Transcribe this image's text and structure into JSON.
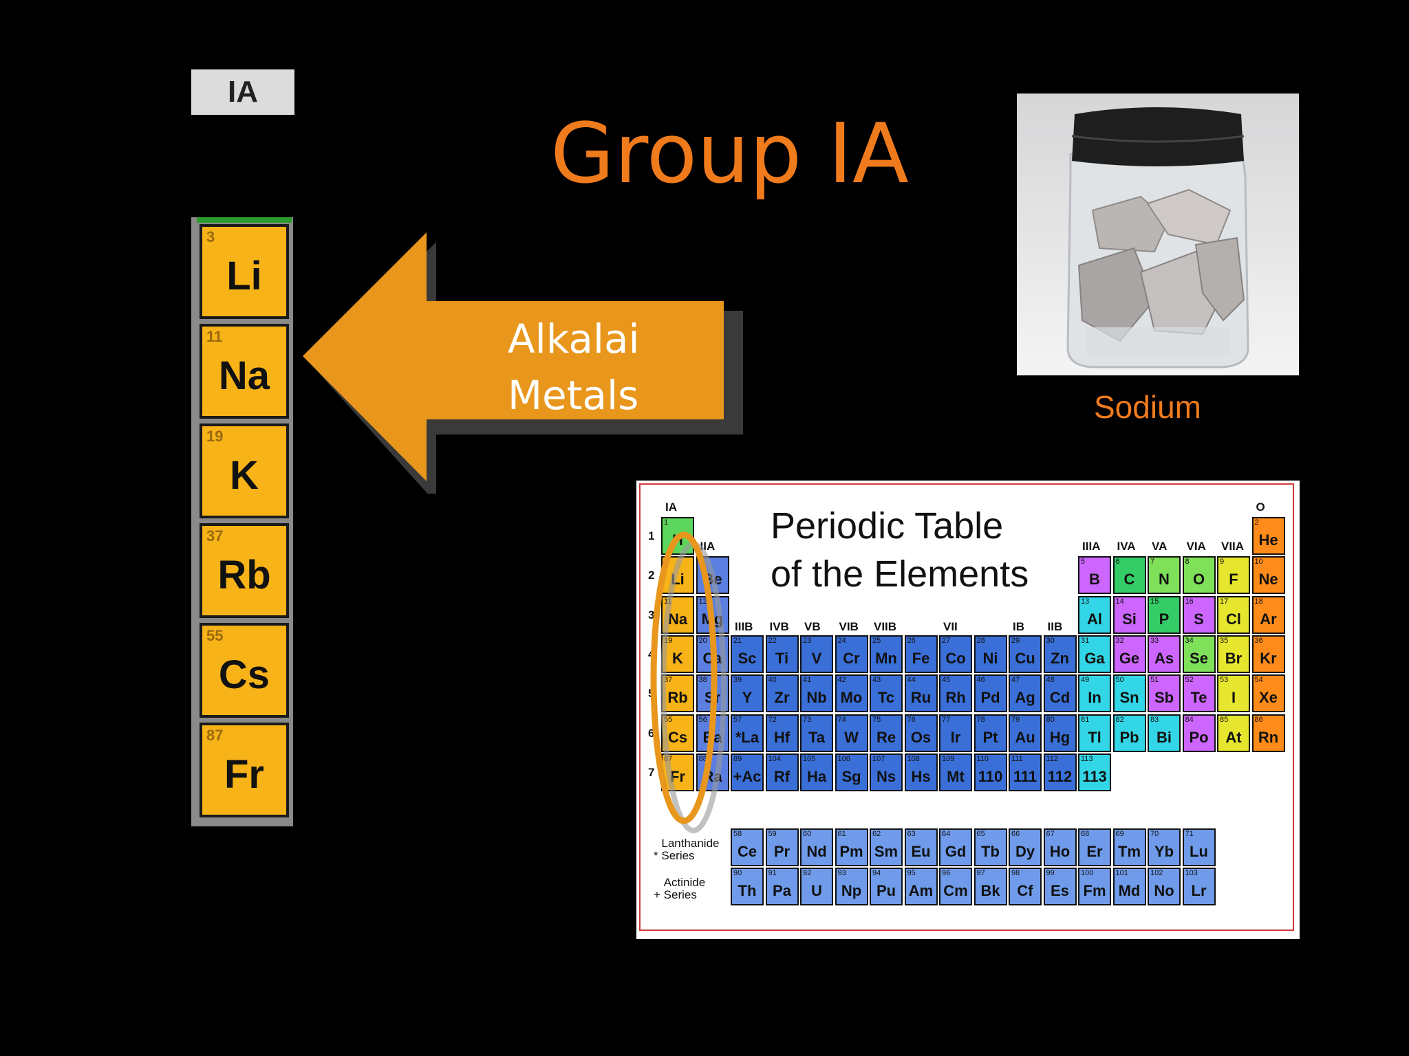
{
  "slide": {
    "title": "Group IA",
    "arrow_label_line1": "Alkalai",
    "arrow_label_line2": "Metals",
    "photo_caption": "Sodium",
    "accent_color": "#f07b1c",
    "arrow_color": "#e8961c"
  },
  "group_strip": {
    "header": "IA",
    "elements": [
      {
        "number": "3",
        "symbol": "Li"
      },
      {
        "number": "11",
        "symbol": "Na"
      },
      {
        "number": "19",
        "symbol": "K"
      },
      {
        "number": "37",
        "symbol": "Rb"
      },
      {
        "number": "55",
        "symbol": "Cs"
      },
      {
        "number": "87",
        "symbol": "Fr"
      }
    ]
  },
  "periodic_table": {
    "title_line1": "Periodic Table",
    "title_line2": "of the Elements",
    "group_labels": [
      "IA",
      "IIA",
      "IIIB",
      "IVB",
      "VB",
      "VIB",
      "VIIB",
      "VII",
      "IB",
      "IIB",
      "IIIA",
      "IVA",
      "VA",
      "VIA",
      "VIIA",
      "O"
    ],
    "period_labels": [
      "1",
      "2",
      "3",
      "4",
      "5",
      "6",
      "7"
    ],
    "lanthanide_label": "Lanthanide Series",
    "actinide_label": "Actinide Series",
    "lanthanide_marker": "*",
    "actinide_marker": "+",
    "colors": {
      "alkali": "#f7b317",
      "alkaline": "#5b7fe0",
      "transition": "#3a6fd8",
      "hydrogen": "#5cd65c",
      "boron": "#cc66ff",
      "carbon": "#33cc66",
      "nonmetal_green": "#7fe05a",
      "halogen": "#e6e62e",
      "noble": "#ff8c1a",
      "post_cyan": "#33d6e6",
      "rare": "#6f9bea"
    },
    "elements": [
      {
        "n": "1",
        "s": "H",
        "p": 1,
        "g": 1,
        "c": "hydrogen"
      },
      {
        "n": "2",
        "s": "He",
        "p": 1,
        "g": 18,
        "c": "noble"
      },
      {
        "n": "3",
        "s": "Li",
        "p": 2,
        "g": 1,
        "c": "alkali"
      },
      {
        "n": "4",
        "s": "Be",
        "p": 2,
        "g": 2,
        "c": "alkaline"
      },
      {
        "n": "5",
        "s": "B",
        "p": 2,
        "g": 13,
        "c": "boron"
      },
      {
        "n": "6",
        "s": "C",
        "p": 2,
        "g": 14,
        "c": "carbon"
      },
      {
        "n": "7",
        "s": "N",
        "p": 2,
        "g": 15,
        "c": "nonmetal_green"
      },
      {
        "n": "8",
        "s": "O",
        "p": 2,
        "g": 16,
        "c": "nonmetal_green"
      },
      {
        "n": "9",
        "s": "F",
        "p": 2,
        "g": 17,
        "c": "halogen"
      },
      {
        "n": "10",
        "s": "Ne",
        "p": 2,
        "g": 18,
        "c": "noble"
      },
      {
        "n": "11",
        "s": "Na",
        "p": 3,
        "g": 1,
        "c": "alkali"
      },
      {
        "n": "12",
        "s": "Mg",
        "p": 3,
        "g": 2,
        "c": "alkaline"
      },
      {
        "n": "13",
        "s": "Al",
        "p": 3,
        "g": 13,
        "c": "post_cyan"
      },
      {
        "n": "14",
        "s": "Si",
        "p": 3,
        "g": 14,
        "c": "boron"
      },
      {
        "n": "15",
        "s": "P",
        "p": 3,
        "g": 15,
        "c": "carbon"
      },
      {
        "n": "16",
        "s": "S",
        "p": 3,
        "g": 16,
        "c": "boron"
      },
      {
        "n": "17",
        "s": "Cl",
        "p": 3,
        "g": 17,
        "c": "halogen"
      },
      {
        "n": "18",
        "s": "Ar",
        "p": 3,
        "g": 18,
        "c": "noble"
      },
      {
        "n": "19",
        "s": "K",
        "p": 4,
        "g": 1,
        "c": "alkali"
      },
      {
        "n": "20",
        "s": "Ca",
        "p": 4,
        "g": 2,
        "c": "alkaline"
      },
      {
        "n": "21",
        "s": "Sc",
        "p": 4,
        "g": 3,
        "c": "transition"
      },
      {
        "n": "22",
        "s": "Ti",
        "p": 4,
        "g": 4,
        "c": "transition"
      },
      {
        "n": "23",
        "s": "V",
        "p": 4,
        "g": 5,
        "c": "transition"
      },
      {
        "n": "24",
        "s": "Cr",
        "p": 4,
        "g": 6,
        "c": "transition"
      },
      {
        "n": "25",
        "s": "Mn",
        "p": 4,
        "g": 7,
        "c": "transition"
      },
      {
        "n": "26",
        "s": "Fe",
        "p": 4,
        "g": 8,
        "c": "transition"
      },
      {
        "n": "27",
        "s": "Co",
        "p": 4,
        "g": 9,
        "c": "transition"
      },
      {
        "n": "28",
        "s": "Ni",
        "p": 4,
        "g": 10,
        "c": "transition"
      },
      {
        "n": "29",
        "s": "Cu",
        "p": 4,
        "g": 11,
        "c": "transition"
      },
      {
        "n": "30",
        "s": "Zn",
        "p": 4,
        "g": 12,
        "c": "transition"
      },
      {
        "n": "31",
        "s": "Ga",
        "p": 4,
        "g": 13,
        "c": "post_cyan"
      },
      {
        "n": "32",
        "s": "Ge",
        "p": 4,
        "g": 14,
        "c": "boron"
      },
      {
        "n": "33",
        "s": "As",
        "p": 4,
        "g": 15,
        "c": "boron"
      },
      {
        "n": "34",
        "s": "Se",
        "p": 4,
        "g": 16,
        "c": "nonmetal_green"
      },
      {
        "n": "35",
        "s": "Br",
        "p": 4,
        "g": 17,
        "c": "halogen"
      },
      {
        "n": "36",
        "s": "Kr",
        "p": 4,
        "g": 18,
        "c": "noble"
      },
      {
        "n": "37",
        "s": "Rb",
        "p": 5,
        "g": 1,
        "c": "alkali"
      },
      {
        "n": "38",
        "s": "Sr",
        "p": 5,
        "g": 2,
        "c": "alkaline"
      },
      {
        "n": "39",
        "s": "Y",
        "p": 5,
        "g": 3,
        "c": "transition"
      },
      {
        "n": "40",
        "s": "Zr",
        "p": 5,
        "g": 4,
        "c": "transition"
      },
      {
        "n": "41",
        "s": "Nb",
        "p": 5,
        "g": 5,
        "c": "transition"
      },
      {
        "n": "42",
        "s": "Mo",
        "p": 5,
        "g": 6,
        "c": "transition"
      },
      {
        "n": "43",
        "s": "Tc",
        "p": 5,
        "g": 7,
        "c": "transition"
      },
      {
        "n": "44",
        "s": "Ru",
        "p": 5,
        "g": 8,
        "c": "transition"
      },
      {
        "n": "45",
        "s": "Rh",
        "p": 5,
        "g": 9,
        "c": "transition"
      },
      {
        "n": "46",
        "s": "Pd",
        "p": 5,
        "g": 10,
        "c": "transition"
      },
      {
        "n": "47",
        "s": "Ag",
        "p": 5,
        "g": 11,
        "c": "transition"
      },
      {
        "n": "48",
        "s": "Cd",
        "p": 5,
        "g": 12,
        "c": "transition"
      },
      {
        "n": "49",
        "s": "In",
        "p": 5,
        "g": 13,
        "c": "post_cyan"
      },
      {
        "n": "50",
        "s": "Sn",
        "p": 5,
        "g": 14,
        "c": "post_cyan"
      },
      {
        "n": "51",
        "s": "Sb",
        "p": 5,
        "g": 15,
        "c": "boron"
      },
      {
        "n": "52",
        "s": "Te",
        "p": 5,
        "g": 16,
        "c": "boron"
      },
      {
        "n": "53",
        "s": "I",
        "p": 5,
        "g": 17,
        "c": "halogen"
      },
      {
        "n": "54",
        "s": "Xe",
        "p": 5,
        "g": 18,
        "c": "noble"
      },
      {
        "n": "55",
        "s": "Cs",
        "p": 6,
        "g": 1,
        "c": "alkali"
      },
      {
        "n": "56",
        "s": "Ba",
        "p": 6,
        "g": 2,
        "c": "alkaline"
      },
      {
        "n": "57",
        "s": "*La",
        "p": 6,
        "g": 3,
        "c": "transition"
      },
      {
        "n": "72",
        "s": "Hf",
        "p": 6,
        "g": 4,
        "c": "transition"
      },
      {
        "n": "73",
        "s": "Ta",
        "p": 6,
        "g": 5,
        "c": "transition"
      },
      {
        "n": "74",
        "s": "W",
        "p": 6,
        "g": 6,
        "c": "transition"
      },
      {
        "n": "75",
        "s": "Re",
        "p": 6,
        "g": 7,
        "c": "transition"
      },
      {
        "n": "76",
        "s": "Os",
        "p": 6,
        "g": 8,
        "c": "transition"
      },
      {
        "n": "77",
        "s": "Ir",
        "p": 6,
        "g": 9,
        "c": "transition"
      },
      {
        "n": "78",
        "s": "Pt",
        "p": 6,
        "g": 10,
        "c": "transition"
      },
      {
        "n": "79",
        "s": "Au",
        "p": 6,
        "g": 11,
        "c": "transition"
      },
      {
        "n": "80",
        "s": "Hg",
        "p": 6,
        "g": 12,
        "c": "transition"
      },
      {
        "n": "81",
        "s": "Tl",
        "p": 6,
        "g": 13,
        "c": "post_cyan"
      },
      {
        "n": "82",
        "s": "Pb",
        "p": 6,
        "g": 14,
        "c": "post_cyan"
      },
      {
        "n": "83",
        "s": "Bi",
        "p": 6,
        "g": 15,
        "c": "post_cyan"
      },
      {
        "n": "84",
        "s": "Po",
        "p": 6,
        "g": 16,
        "c": "boron"
      },
      {
        "n": "85",
        "s": "At",
        "p": 6,
        "g": 17,
        "c": "halogen"
      },
      {
        "n": "86",
        "s": "Rn",
        "p": 6,
        "g": 18,
        "c": "noble"
      },
      {
        "n": "87",
        "s": "Fr",
        "p": 7,
        "g": 1,
        "c": "alkali"
      },
      {
        "n": "88",
        "s": "Ra",
        "p": 7,
        "g": 2,
        "c": "alkaline"
      },
      {
        "n": "89",
        "s": "+Ac",
        "p": 7,
        "g": 3,
        "c": "transition"
      },
      {
        "n": "104",
        "s": "Rf",
        "p": 7,
        "g": 4,
        "c": "transition"
      },
      {
        "n": "105",
        "s": "Ha",
        "p": 7,
        "g": 5,
        "c": "transition"
      },
      {
        "n": "106",
        "s": "Sg",
        "p": 7,
        "g": 6,
        "c": "transition"
      },
      {
        "n": "107",
        "s": "Ns",
        "p": 7,
        "g": 7,
        "c": "transition"
      },
      {
        "n": "108",
        "s": "Hs",
        "p": 7,
        "g": 8,
        "c": "transition"
      },
      {
        "n": "109",
        "s": "Mt",
        "p": 7,
        "g": 9,
        "c": "transition"
      },
      {
        "n": "110",
        "s": "110",
        "p": 7,
        "g": 10,
        "c": "transition"
      },
      {
        "n": "111",
        "s": "111",
        "p": 7,
        "g": 11,
        "c": "transition"
      },
      {
        "n": "112",
        "s": "112",
        "p": 7,
        "g": 12,
        "c": "transition"
      },
      {
        "n": "113",
        "s": "113",
        "p": 7,
        "g": 13,
        "c": "post_cyan"
      }
    ],
    "lanthanides": [
      {
        "n": "58",
        "s": "Ce"
      },
      {
        "n": "59",
        "s": "Pr"
      },
      {
        "n": "60",
        "s": "Nd"
      },
      {
        "n": "61",
        "s": "Pm"
      },
      {
        "n": "62",
        "s": "Sm"
      },
      {
        "n": "63",
        "s": "Eu"
      },
      {
        "n": "64",
        "s": "Gd"
      },
      {
        "n": "65",
        "s": "Tb"
      },
      {
        "n": "66",
        "s": "Dy"
      },
      {
        "n": "67",
        "s": "Ho"
      },
      {
        "n": "68",
        "s": "Er"
      },
      {
        "n": "69",
        "s": "Tm"
      },
      {
        "n": "70",
        "s": "Yb"
      },
      {
        "n": "71",
        "s": "Lu"
      }
    ],
    "actinides": [
      {
        "n": "90",
        "s": "Th"
      },
      {
        "n": "91",
        "s": "Pa"
      },
      {
        "n": "92",
        "s": "U"
      },
      {
        "n": "93",
        "s": "Np"
      },
      {
        "n": "94",
        "s": "Pu"
      },
      {
        "n": "95",
        "s": "Am"
      },
      {
        "n": "96",
        "s": "Cm"
      },
      {
        "n": "97",
        "s": "Bk"
      },
      {
        "n": "98",
        "s": "Cf"
      },
      {
        "n": "99",
        "s": "Es"
      },
      {
        "n": "100",
        "s": "Fm"
      },
      {
        "n": "101",
        "s": "Md"
      },
      {
        "n": "102",
        "s": "No"
      },
      {
        "n": "103",
        "s": "Lr"
      }
    ]
  }
}
